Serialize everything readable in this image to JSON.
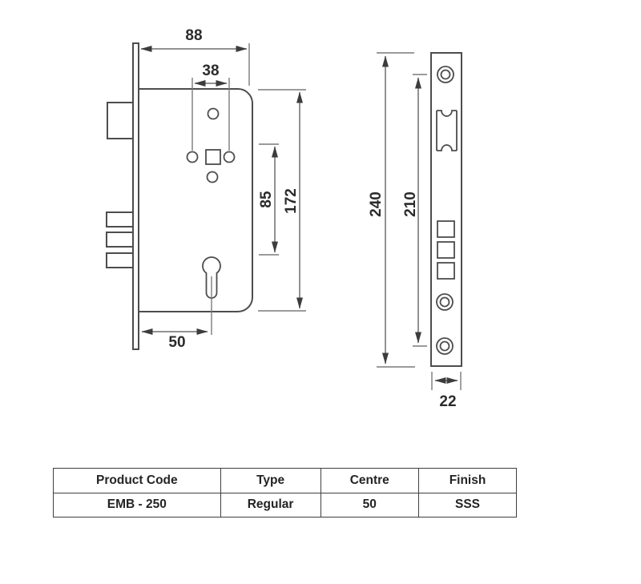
{
  "diagram": {
    "side_view": {
      "dimensions": {
        "case_width": "88",
        "handle_hole_spacing": "38",
        "centre_distance": "85",
        "case_height": "172",
        "backset": "50"
      }
    },
    "front_view": {
      "dimensions": {
        "faceplate_length": "240",
        "screw_hole_distance": "210",
        "faceplate_width": "22"
      }
    }
  },
  "spec_table": {
    "headers": [
      "Product Code",
      "Type",
      "Centre",
      "Finish"
    ],
    "row": [
      "EMB - 250",
      "Regular",
      "50",
      "SSS"
    ]
  }
}
